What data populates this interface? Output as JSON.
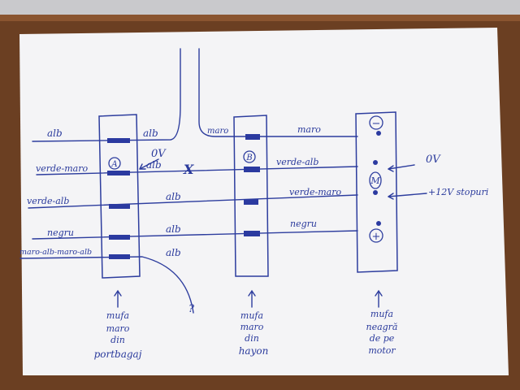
{
  "connectors": [
    {
      "name": "A",
      "caption": [
        "mufa",
        "maro",
        "din",
        "portbagaj"
      ]
    },
    {
      "name": "B",
      "caption": [
        "mufa",
        "maro",
        "din",
        "hayon"
      ]
    },
    {
      "name": "M",
      "caption": [
        "mufa",
        "neagră",
        "de pe",
        "motor"
      ]
    }
  ],
  "left_wires": [
    "alb",
    "verde-maro",
    "verde-alb",
    "negru",
    "maro-alb-maro-alb"
  ],
  "middle_wires_left": [
    "alb",
    "alb",
    "alb",
    "alb",
    "alb"
  ],
  "middle_annotation": "0V",
  "cut_mark": "X",
  "hayon_wires_left": "maro",
  "right_wires": [
    "maro",
    "verde-alb",
    "verde-maro",
    "negru"
  ],
  "motor_symbols": {
    "minus": "−",
    "plus": "+"
  },
  "right_notes": [
    "0V",
    "+12V stopuri"
  ],
  "unknown_mark": "?"
}
